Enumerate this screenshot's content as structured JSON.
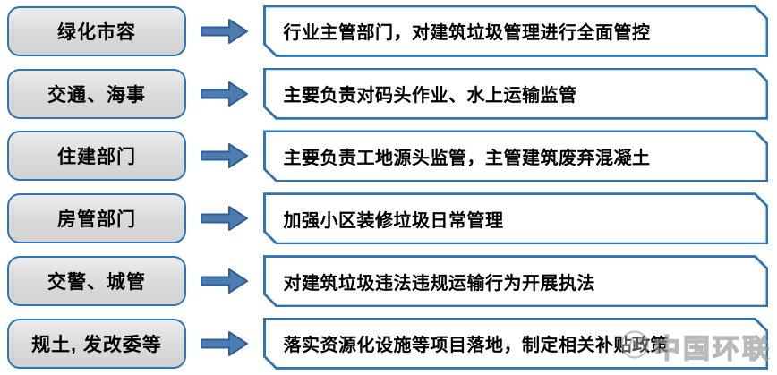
{
  "colors": {
    "border_blue": "#2e75b6",
    "arrow_fill": "#4f7cb0",
    "arrow_stroke": "#2e5f96",
    "left_box_fill": "#dadada",
    "text": "#000000",
    "background": "#ffffff"
  },
  "rows": [
    {
      "department": "绿化市容",
      "responsibility": "行业主管部门，对建筑垃圾管理进行全面管控"
    },
    {
      "department": "交通、海事",
      "responsibility": "主要负责对码头作业、水上运输监管"
    },
    {
      "department": "住建部门",
      "responsibility": "主要负责工地源头监管，主管建筑废弃混凝土"
    },
    {
      "department": "房管部门",
      "responsibility": "加强小区装修垃圾日常管理"
    },
    {
      "department": "交警、城管",
      "responsibility": "对建筑垃圾违法违规运输行为开展执法"
    },
    {
      "department": "规土, 发改委等",
      "responsibility": "落实资源化设施等项目落地，制定相关补贴政策"
    }
  ],
  "watermark": {
    "text": "中国环联",
    "logo": "circle-logo"
  }
}
